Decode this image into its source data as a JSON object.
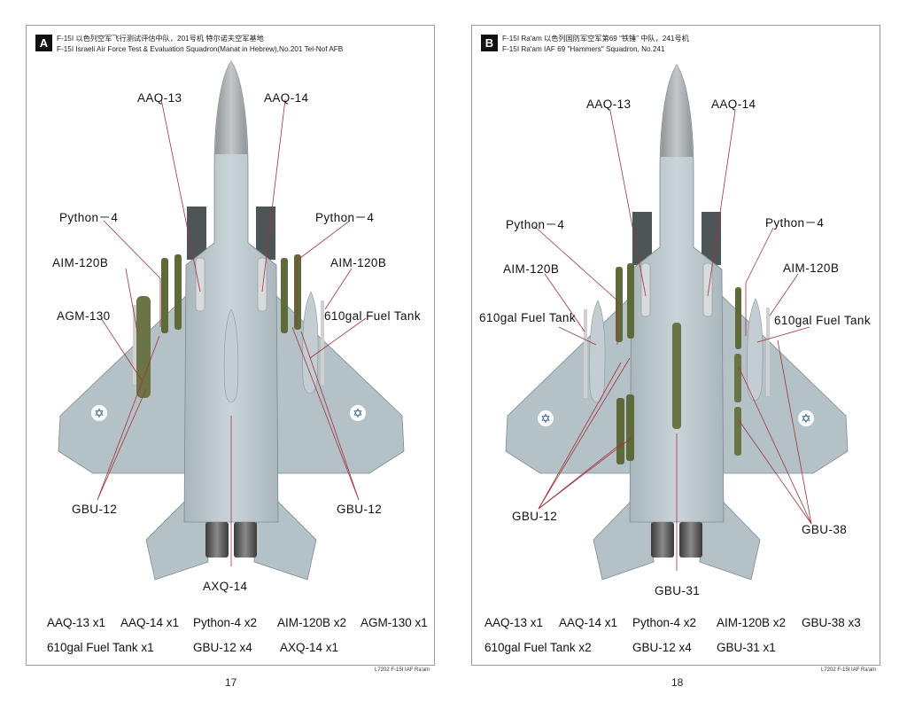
{
  "pages": [
    {
      "id": "A",
      "badge": "A",
      "title_cn": "F-15I  以色列空军飞行测试评估中队，201号机  特尔诺夫空军基地",
      "title_en": "F-15I  Israeli Air Force Test & Evaluation Squadron(Manat in Hebrew),No.201  Tel-Nof  AFB",
      "callouts": [
        "AAQ-13",
        "AAQ-14",
        "Python－4",
        "Python－4",
        "AIM-120B",
        "AIM-120B",
        "AGM-130",
        "610gal Fuel Tank",
        "GBU-12",
        "GBU-12",
        "AXQ-14"
      ],
      "loadout_row1": [
        "AAQ-13 x1",
        "AAQ-14 x1",
        "Python-4 x2",
        "AIM-120B x2",
        "AGM-130 x1"
      ],
      "loadout_row2": [
        "610gal Fuel Tank x1",
        "GBU-12 x4",
        "AXQ-14 x1"
      ],
      "footer_code": "L7202 F-15I IAF Ra'am",
      "page_number": "17"
    },
    {
      "id": "B",
      "badge": "B",
      "title_cn": "F-15I  Ra'am  以色列国防军空军第69 “铁锤” 中队，241号机",
      "title_en": "F-15I  Ra'am IAF 69 \"Hammers\" Squadron, No.241",
      "callouts": [
        "AAQ-13",
        "AAQ-14",
        "Python－4",
        "Python－4",
        "AIM-120B",
        "AIM-120B",
        "610gal Fuel Tank",
        "610gal Fuel Tank",
        "GBU-12",
        "GBU-38",
        "GBU-31"
      ],
      "loadout_row1": [
        "AAQ-13 x1",
        "AAQ-14 x1",
        "Python-4 x2",
        "AIM-120B x2",
        "GBU-38 x3"
      ],
      "loadout_row2": [
        "610gal Fuel Tank x2",
        "GBU-12 x4",
        "GBU-31 x1"
      ],
      "footer_code": "L7202 F-15I IAF Ra'am",
      "page_number": "18"
    }
  ],
  "colors": {
    "airframe": "#b9c6cb",
    "airframe_dark": "#9aa8ae",
    "store_green": "#5d6a3c",
    "store_grey": "#cfd3d6",
    "leader_line": "#a3323a",
    "roundel_blue": "#1d4f91"
  }
}
